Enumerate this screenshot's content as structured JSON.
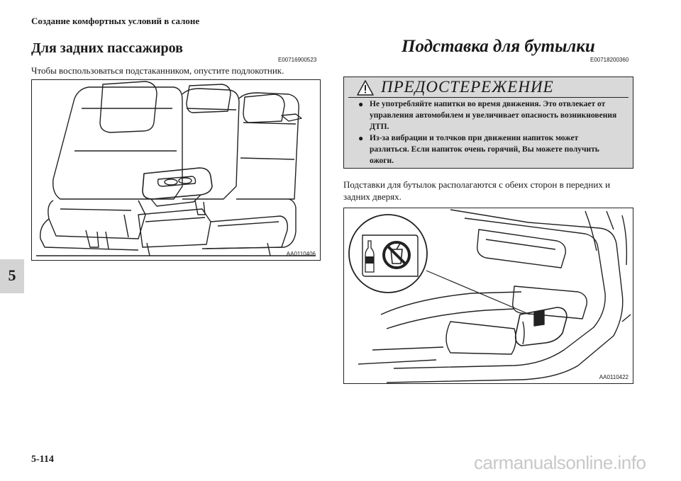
{
  "header": {
    "section_title": "Создание комфортных условий в салоне"
  },
  "left": {
    "heading": "Для задних пассажиров",
    "code": "E00716900523",
    "paragraph": "Чтобы воспользоваться подстаканником, опустите подлокотник.",
    "figure_code": "AA0110406"
  },
  "right": {
    "heading": "Подставка для бутылки",
    "code": "E00718200360",
    "warning": {
      "title": "ПРЕДОСТЕРЕЖЕНИЕ",
      "items": [
        "Не употребляйте напитки во время движения. Это отвлекает от управления автомобилем и увеличивает опасность возникновения ДТП.",
        "Из-за вибрации и толчков при движении напиток может разлиться. Если напиток очень горячий, Вы можете получить ожоги."
      ]
    },
    "paragraph": "Подставки для бутылок располагаются с обеих сторон в передних и задних дверях.",
    "figure_code": "AA0110422"
  },
  "side_tab": {
    "chapter": "5"
  },
  "footer": {
    "page_number": "5-114",
    "watermark": "carmanualsonline.info"
  }
}
